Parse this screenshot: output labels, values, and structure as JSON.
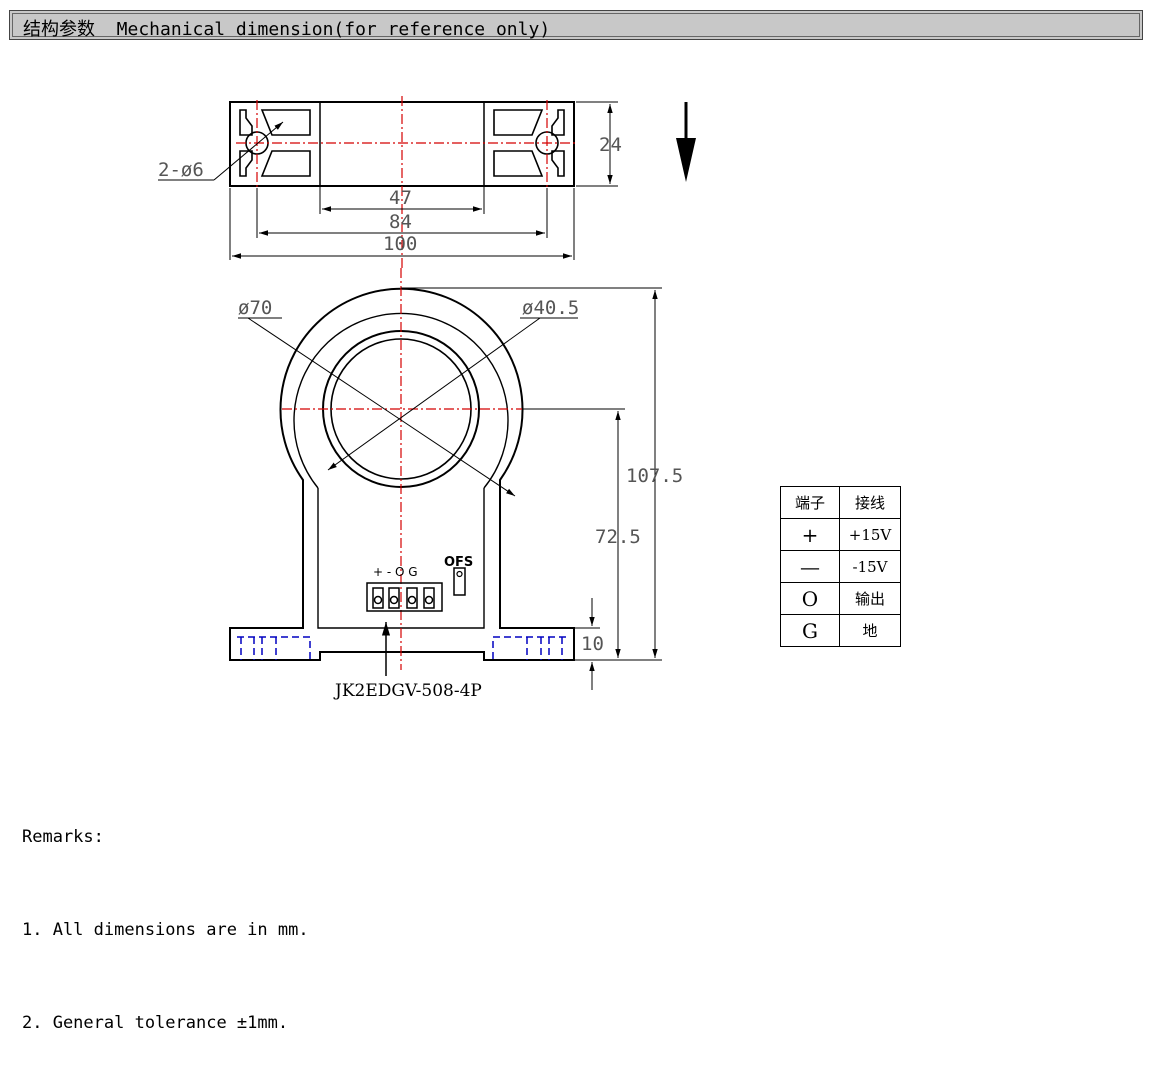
{
  "header": {
    "title": "结构参数  Mechanical dimension(for reference only)"
  },
  "top_view": {
    "hole_label": "2-ø6",
    "dim_height": "24",
    "dim_47": "47",
    "dim_84": "84",
    "dim_100": "100"
  },
  "front_view": {
    "outer_diameter": "ø70",
    "inner_diameter": "ø40.5",
    "dim_107_5": "107.5",
    "dim_72_5": "72.5",
    "dim_10": "10",
    "connector_pins": "+ - O G",
    "ofs_label": "OFS",
    "connector_model": "JK2EDGV-508-4P"
  },
  "pin_table": {
    "header_terminal": "端子",
    "header_wiring": "接线",
    "rows": [
      {
        "terminal": "+",
        "wiring": "+15V"
      },
      {
        "terminal": "—",
        "wiring": "-15V"
      },
      {
        "terminal": "O",
        "wiring": "输出"
      },
      {
        "terminal": "G",
        "wiring": "地"
      }
    ]
  },
  "remarks": {
    "title": "Remarks:",
    "items": [
      "1. All dimensions are in mm.",
      "2. General tolerance ±1mm."
    ]
  },
  "colors": {
    "outline": "#000000",
    "centerline": "#d40000",
    "hidden": "#0000c0",
    "dimension": "#555555",
    "header_bg": "#c8c8c8"
  }
}
